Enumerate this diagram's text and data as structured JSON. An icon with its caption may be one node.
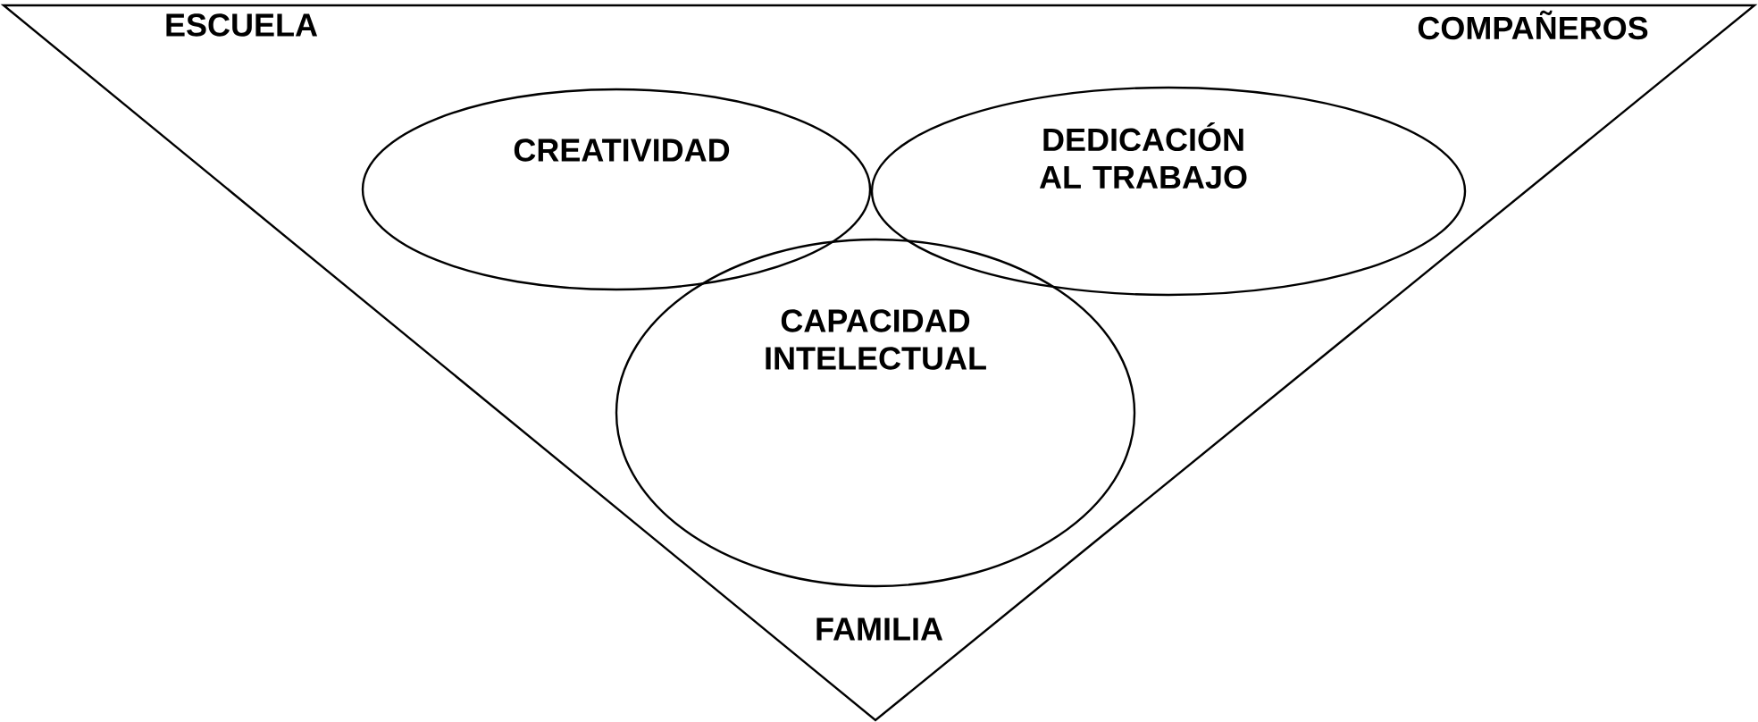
{
  "diagram": {
    "nodes": [
      {
        "text": [
          "ESCUELA",
          "COMPAÑEROS",
          "FAMILIA"
        ]
      },
      {
        "text": [
          "CREATIVIDAD"
        ],
        "in": 0
      },
      {
        "text": [
          "DEDICACIÓN AL TRABAJO"
        ],
        "in": 0
      },
      {
        "text": [
          "CAPACIDAD INTELECTUAL"
        ],
        "in": 0
      }
    ],
    "edges": []
  }
}
